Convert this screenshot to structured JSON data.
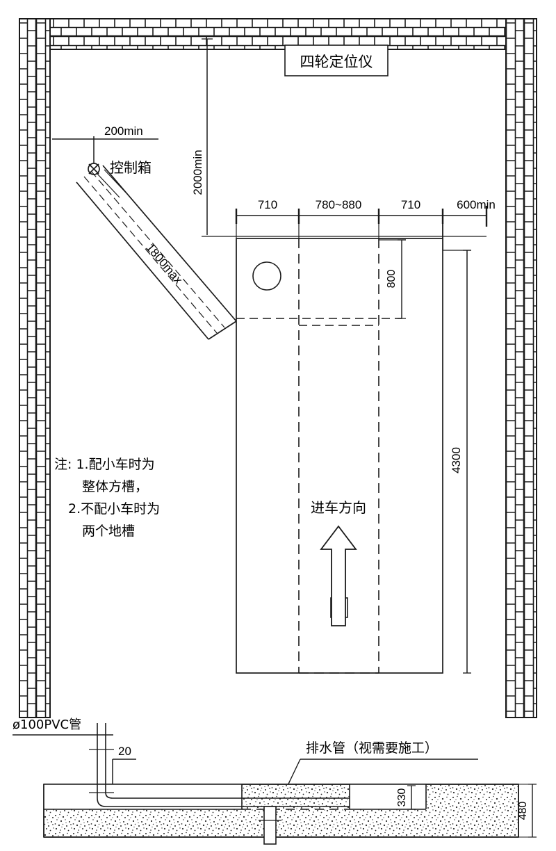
{
  "drawing": {
    "title_box": {
      "label": "四轮定位仪"
    },
    "plan": {
      "control_box_label": "控制箱",
      "control_box_offset": "200min",
      "cable_length": "1800max",
      "aligner_clearance": "2000min",
      "dim_chain": [
        "710",
        "780~880",
        "710",
        "600min"
      ],
      "dim_800": "800",
      "dim_4300": "4300",
      "entry_direction": "进车方向",
      "notes": [
        "注: 1.配小车时为",
        "整体方槽，",
        "2.不配小车时为",
        "两个地槽"
      ]
    },
    "section": {
      "pvc_label": "ø100PVC管",
      "dim_20": "20",
      "drain_label": "排水管（视需要施工）",
      "dim_330": "330",
      "dim_480": "480"
    },
    "icons": {
      "up_arrow": "entry-direction-arrow",
      "control_box_symbol": "control-box-symbol",
      "circle_marker": "turntable-circle"
    },
    "colors": {
      "line": "#1a1a1a",
      "background": "#ffffff",
      "hatch": "#2b2b2b"
    }
  }
}
